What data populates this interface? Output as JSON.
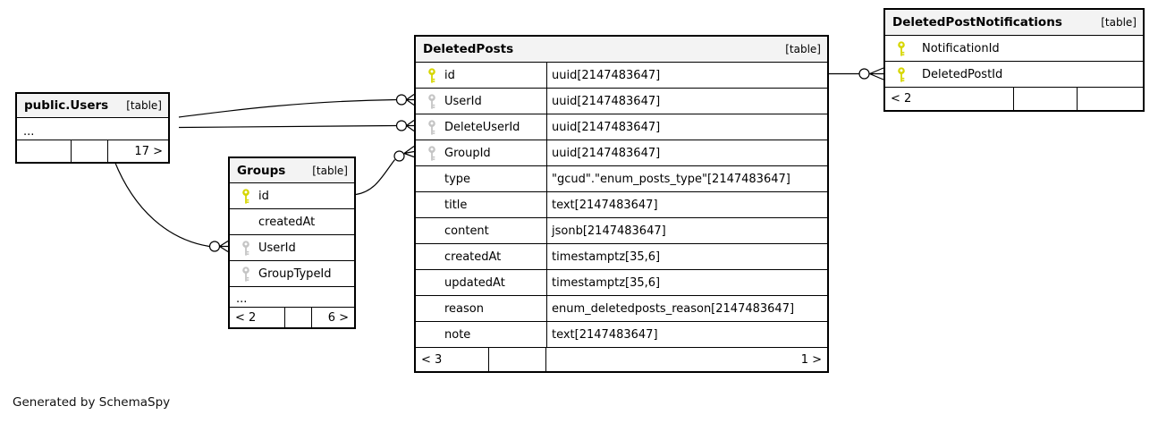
{
  "diagram": {
    "tool_note": "Generated by SchemaSpy"
  },
  "colors": {
    "key_primary": "#d6d600",
    "key_foreign": "#c4c4c4",
    "header_bg": "#f3f3f3",
    "border": "#000000",
    "background": "#ffffff"
  },
  "tables": [
    {
      "id": "users",
      "title": "public.Users",
      "tag": "[table]",
      "rows": [
        {
          "name": "...",
          "ellipsis": true
        }
      ],
      "footer": [
        "",
        "",
        "17 >"
      ]
    },
    {
      "id": "groups",
      "title": "Groups",
      "tag": "[table]",
      "rows": [
        {
          "name": "id",
          "key": "primary"
        },
        {
          "name": "createdAt",
          "key": "none"
        },
        {
          "name": "UserId",
          "key": "foreign"
        },
        {
          "name": "GroupTypeId",
          "key": "foreign"
        },
        {
          "name": "...",
          "ellipsis": true
        }
      ],
      "footer": [
        "< 2",
        "",
        "6 >"
      ]
    },
    {
      "id": "deletedposts",
      "title": "DeletedPosts",
      "tag": "[table]",
      "rows": [
        {
          "name": "id",
          "type": "uuid[2147483647]",
          "key": "primary"
        },
        {
          "name": "UserId",
          "type": "uuid[2147483647]",
          "key": "foreign"
        },
        {
          "name": "DeleteUserId",
          "type": "uuid[2147483647]",
          "key": "foreign"
        },
        {
          "name": "GroupId",
          "type": "uuid[2147483647]",
          "key": "foreign"
        },
        {
          "name": "type",
          "type": "\"gcud\".\"enum_posts_type\"[2147483647]",
          "key": "none"
        },
        {
          "name": "title",
          "type": "text[2147483647]",
          "key": "none"
        },
        {
          "name": "content",
          "type": "jsonb[2147483647]",
          "key": "none"
        },
        {
          "name": "createdAt",
          "type": "timestamptz[35,6]",
          "key": "none"
        },
        {
          "name": "updatedAt",
          "type": "timestamptz[35,6]",
          "key": "none"
        },
        {
          "name": "reason",
          "type": "enum_deletedposts_reason[2147483647]",
          "key": "none"
        },
        {
          "name": "note",
          "type": "text[2147483647]",
          "key": "none"
        }
      ],
      "footer": [
        "< 3",
        "",
        "1 >"
      ]
    },
    {
      "id": "dpn",
      "title": "DeletedPostNotifications",
      "tag": "[table]",
      "rows": [
        {
          "name": "NotificationId",
          "key": "primary"
        },
        {
          "name": "DeletedPostId",
          "key": "primary"
        }
      ],
      "footer": [
        "< 2",
        "",
        ""
      ]
    }
  ],
  "relationships": [
    {
      "from": "public.Users",
      "to": "DeletedPosts.UserId"
    },
    {
      "from": "public.Users",
      "to": "DeletedPosts.DeleteUserId"
    },
    {
      "from": "Groups.id",
      "to": "DeletedPosts.GroupId"
    },
    {
      "from": "public.Users",
      "to": "Groups.UserId"
    },
    {
      "from": "DeletedPosts.id",
      "to": "DeletedPostNotifications.DeletedPostId"
    }
  ]
}
